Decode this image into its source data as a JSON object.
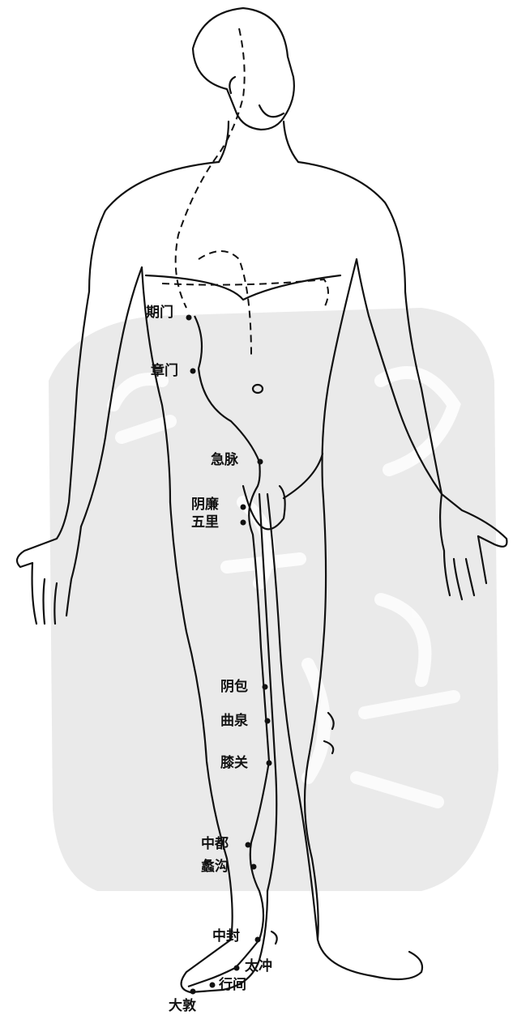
{
  "figure": {
    "colors": {
      "ink": "#111111",
      "watermark": "#d9d9d9",
      "background": "#ffffff"
    },
    "acupoints": [
      {
        "id": "qimen",
        "label": "期门"
      },
      {
        "id": "zhangmen",
        "label": "章门"
      },
      {
        "id": "jimai",
        "label": "急脉"
      },
      {
        "id": "yinlian",
        "label": "阴廉"
      },
      {
        "id": "wuli",
        "label": "五里"
      },
      {
        "id": "yinbao",
        "label": "阴包"
      },
      {
        "id": "ququan",
        "label": "曲泉"
      },
      {
        "id": "xiguan",
        "label": "膝关"
      },
      {
        "id": "zhongdu",
        "label": "中都"
      },
      {
        "id": "ligou",
        "label": "蠡沟"
      },
      {
        "id": "zhongfeng",
        "label": "中封"
      },
      {
        "id": "taichong",
        "label": "太冲"
      },
      {
        "id": "xingjian",
        "label": "行间"
      },
      {
        "id": "dadun",
        "label": "大敦"
      }
    ]
  }
}
